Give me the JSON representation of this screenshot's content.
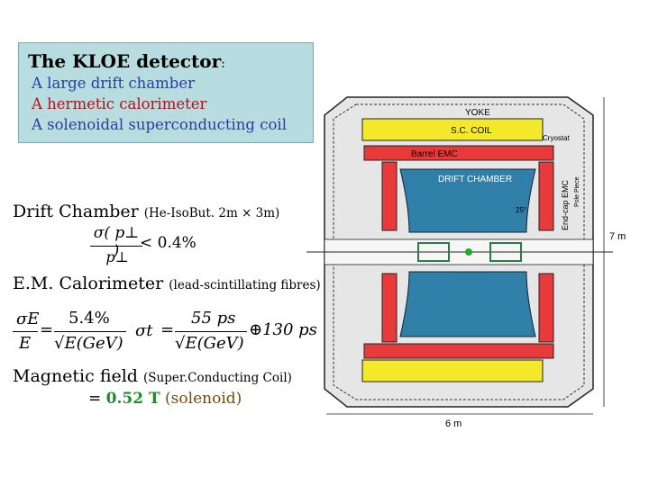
{
  "info_box": {
    "title": "The KLOE detector",
    "colon": ":",
    "items": [
      "A large drift chamber",
      "A hermetic calorimeter",
      "A solenoidal superconducting coil"
    ]
  },
  "drift_chamber": {
    "label": "Drift Chamber",
    "note": "(He-IsoBut.  2m × 3m)",
    "formula_num": "σ( p⊥ )",
    "formula_den": "p⊥",
    "formula_rhs": "< 0.4%"
  },
  "calorimeter": {
    "label": "E.M. Calorimeter",
    "note": "(lead-scintillating fibres)",
    "energy_num": "σE",
    "energy_den": "E",
    "energy_eq": "=",
    "energy_val": "5.4%",
    "energy_root": "√E(GeV)",
    "time_lhs": "σt",
    "time_eq": "=",
    "time_val": "55 ps",
    "time_root": "√E(GeV)",
    "time_plus": "⊕130 ps"
  },
  "magnetic": {
    "label": "Magnetic field",
    "note": "(Super.Conducting Coil)",
    "eq": "=",
    "value": "0.52 T",
    "desc": "(solenoid)"
  },
  "diagram": {
    "yoke": "YOKE",
    "coil": "S.C. COIL",
    "cryostat": "Cryostat",
    "barrel": "Barrel EMC",
    "drift": "DRIFT CHAMBER",
    "endcap": "End-cap EMC",
    "pole": "Pole Piece",
    "height": "7 m",
    "width": "6 m",
    "angle": "25°"
  },
  "colors": {
    "blue": "#2a3aa8",
    "red": "#b0121a",
    "green": "#1c8f2a",
    "box": "#b7dde1"
  }
}
